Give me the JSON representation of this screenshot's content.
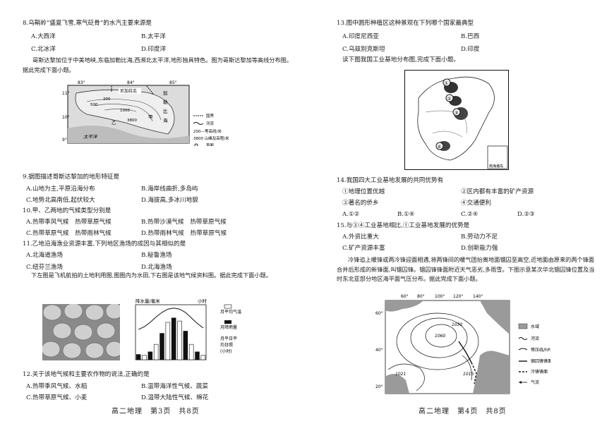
{
  "left": {
    "q8": {
      "stem": "8.乌鞘岭“盛夏飞雪,寒气砭骨”的水汽主要来源是",
      "A": "A.大西洋",
      "B": "B.太平洋",
      "C": "C.北冰洋",
      "D": "D.印度洋"
    },
    "intro_map": "哥斯达黎加位于中美地峡,东临加勒比海,西濒北太平洋,地形独具特色。图为哥斯达黎加等高线分布图。据此完成下面小题。",
    "map1": {
      "lon_83": "83°",
      "lon_84": "84°",
      "lon_85": "85°",
      "lat_11": "11°",
      "lat_10": "10°",
      "lat_9": "9°",
      "nicaragua": "尼加拉瓜",
      "caribbean_1": "加",
      "caribbean_2": "勒",
      "caribbean_3": "比",
      "caribbean_4": "海",
      "pacific": "太平洋",
      "yi": "乙",
      "jia": "甲",
      "c200": "200",
      "c500": "500",
      "c1000": "1000",
      "peak": "3800",
      "legend_border": "国界",
      "legend_river": "河流",
      "legend_contour": "200—等高线/米",
      "legend_peak": "3800 山峰及高程/米",
      "legend_capital": "首都"
    },
    "q9": {
      "stem": "9.据图描述哥斯达黎加的地形特征是",
      "A": "A.山地为主,平原沿海分布",
      "B": "B.海岸线曲折,多岛屿",
      "C": "C.地势北高南低,起伏较大",
      "D": "D.海拔高,多冰川地貌"
    },
    "q10": {
      "stem": "10.甲、乙两地的气候类型分别是",
      "A": "A.热带季风气候　热带草原气候",
      "B": "B.热带沙漠气候　热带草原气候",
      "C": "C.热带草原气候　热带雨林气候",
      "D": "D.热带雨林气候　热带草原气候"
    },
    "q11": {
      "stem": "11.乙地沿海渔业资源丰富,下列地区渔场的成因与其相似的是",
      "A": "A.北海道渔场",
      "B": "B.秘鲁渔场",
      "C": "C.纽芬兰渔场",
      "D": "D.北海渔场"
    },
    "intro_chart": "下左图是飞机航拍的土地利用图,图图内为水田,下右图是该地气候资料图。据此完成下面小题。",
    "chart": {
      "left_label": "降水量/毫米",
      "right_label": "小时",
      "legend_temp": "月平均气温",
      "legend_precip": "月降雨量",
      "legend_sun_1": "月平日平",
      "legend_sun_2": "均日照",
      "legend_sun_3": "(小时)"
    },
    "q12": {
      "stem": "12.关于该地气候和主要农作物的说法,正确的是",
      "A": "A.热带季风气候、水稻",
      "B": "B.温带海洋性气候、蔬菜",
      "C": "C.热带草原气候、小麦",
      "D": "D.温带大陆性气候、棉花"
    },
    "footer": "高二地理　第3页　共8页"
  },
  "right": {
    "q13": {
      "stem": "13.图中圆形种植区这种景观在下列哪个国家最典型",
      "A": "A.印度尼西亚",
      "B": "B.巴西",
      "C": "C.乌兹别克斯坦",
      "D": "D.印度"
    },
    "intro_map": "读下图我国工业基地分布图,完成下面小题。",
    "map2": {
      "m1": "①",
      "m2": "②",
      "m3": "③",
      "m4": "④",
      "inset": "南海诸岛"
    },
    "q14": {
      "stem": "14.我国四大工业基地发展的共同优势有",
      "o1": "①地理位置优越",
      "o2": "②区内都有丰富的矿产资源",
      "o3": "③著名的侨乡",
      "o4": "④交通便利",
      "A": "A.①②",
      "B": "B.①④",
      "C": "C.②④",
      "D": "D.②③"
    },
    "q15": {
      "stem": "15.与③④工业基地相比,①工业基地发展的优势是",
      "A": "A.外资比重大",
      "B": "B.劳动力不足",
      "C": "C.矿产资源丰富",
      "D": "D.创新能力强"
    },
    "intro_front": "冷锋追上暖锋或两冷锋迎面相遇,将两锋间的暖气团抬离地面锢囚至高空,近地面由原来的两个锋面合并后形成的新锋面,叫锢囚锋。锢囚锋锋面附近天气恶劣,多雨雪。下图示意某次华北锢囚锋位置及当时东北亚部分地区海平面气压分布。据此完成下面小题。",
    "map3": {
      "lon_60": "60°",
      "lon_80": "80°",
      "lon_100": "100°",
      "lon_120": "120°",
      "lon_140": "140°",
      "lat_60": "60°",
      "lat_40": "40°",
      "lat_20": "20°",
      "p1060": "1060",
      "p1030": "1030",
      "p1021": "1021",
      "p1015": "1015",
      "legend_water": "水域",
      "legend_river": "河流",
      "legend_isobar": "等压线/hPa",
      "legend_occluded": "锢囚锋锋面",
      "legend_cold": "冷锋锋面",
      "legend_flow": "气流"
    },
    "footer": "高二地理　第4页　共8页"
  }
}
